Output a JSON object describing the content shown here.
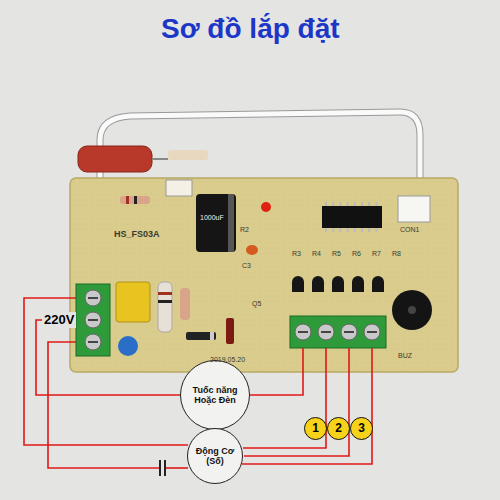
{
  "diagram": {
    "title": "Sơ đồ lắp đặt",
    "nodes": [
      {
        "text": [
          "Tuốc năng Hoặc Đèn"
        ]
      },
      {
        "text": [
          "Động Cơ (Số)"
        ]
      },
      {
        "text": [
          "1"
        ]
      },
      {
        "text": [
          "2"
        ]
      },
      {
        "text": [
          "3"
        ]
      }
    ],
    "labels": [
      "220V",
      "HS_FS03A",
      "2019.05.20",
      "1000uF",
      "CON1",
      "BUZ",
      "R2",
      "C3",
      "Q5",
      "R3",
      "R4",
      "R5",
      "R6",
      "R7",
      "R8"
    ]
  }
}
